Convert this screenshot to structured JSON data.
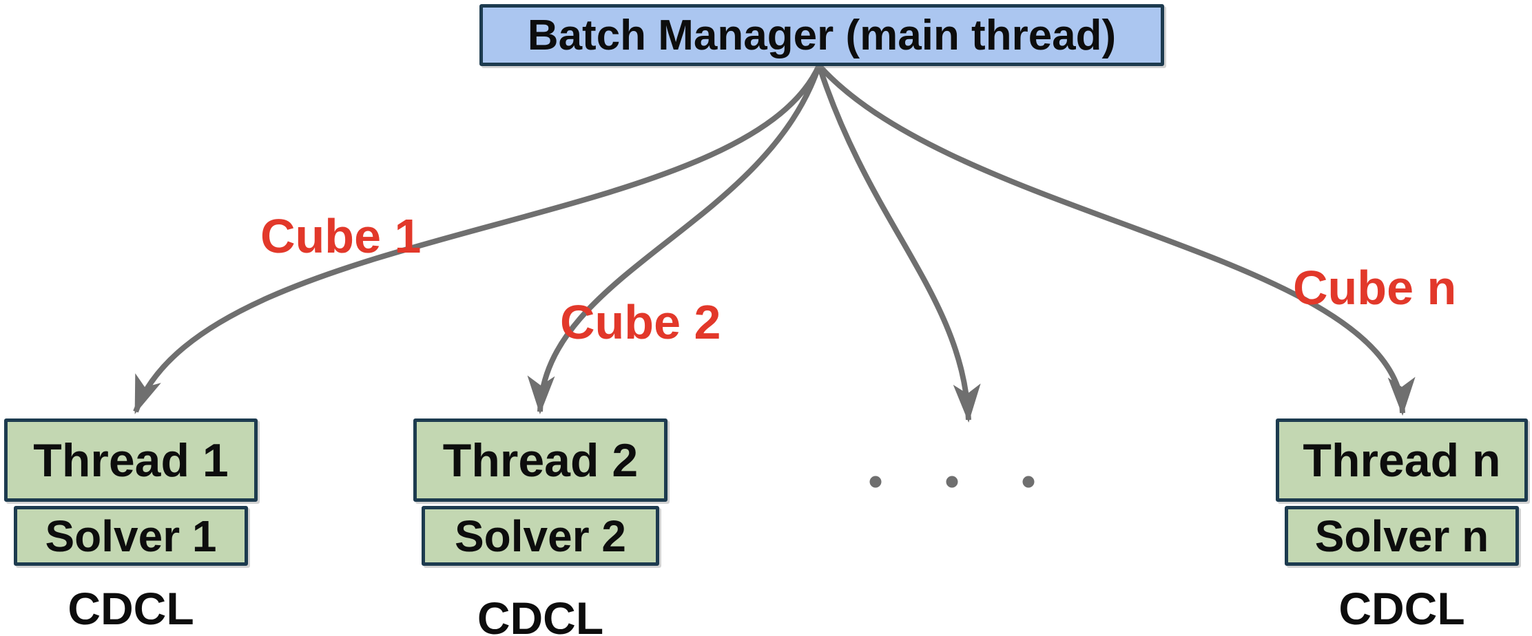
{
  "colors": {
    "manager-fill": "#abc6f0",
    "worker-fill": "#c3d7b2",
    "box-border": "#1d3b4f",
    "cube-label": "#e2382a",
    "arrow": "#6f6f6f"
  },
  "manager": {
    "label": "Batch Manager (main thread)"
  },
  "columns": [
    {
      "thread_label": "Thread 1",
      "solver_label": "Solver 1",
      "algorithm_label": "CDCL",
      "cube_label": "Cube 1"
    },
    {
      "thread_label": "Thread 2",
      "solver_label": "Solver 2",
      "algorithm_label": "CDCL",
      "cube_label": "Cube 2"
    },
    {
      "thread_label": "Thread n",
      "solver_label": "Solver n",
      "algorithm_label": "CDCL",
      "cube_label": "Cube n"
    }
  ]
}
